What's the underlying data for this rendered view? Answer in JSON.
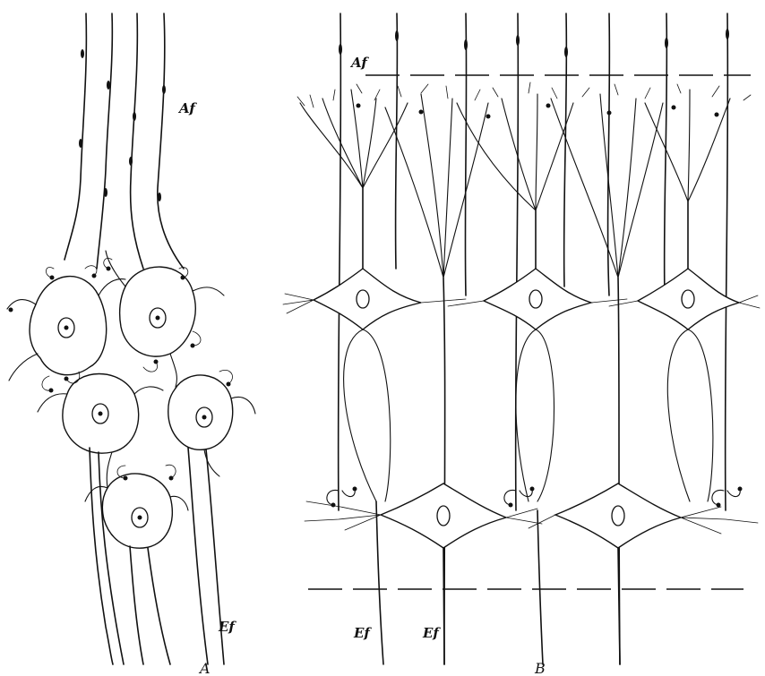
{
  "panel_a": {
    "caption": "A",
    "label_afferent": "Af",
    "label_efferent": "Ef"
  },
  "panel_b": {
    "caption": "B",
    "label_afferent": "Af",
    "label_efferent_left": "Ef",
    "label_efferent_right": "Ef"
  }
}
